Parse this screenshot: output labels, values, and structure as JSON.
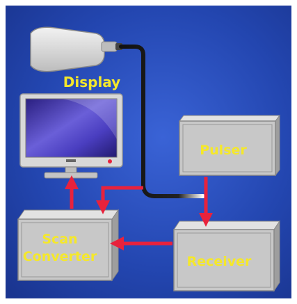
{
  "diagram": {
    "labels": {
      "display": "Display",
      "pulser": "Pulser",
      "scan_line1": "Scan",
      "scan_line2": "Converter",
      "receiver": "Receiver"
    },
    "colors": {
      "background": "#1f3ea0",
      "arrow": "#e8223c",
      "label": "#f5e82a",
      "box": "#c8c8c8",
      "screen": "#4a3fb0"
    }
  }
}
